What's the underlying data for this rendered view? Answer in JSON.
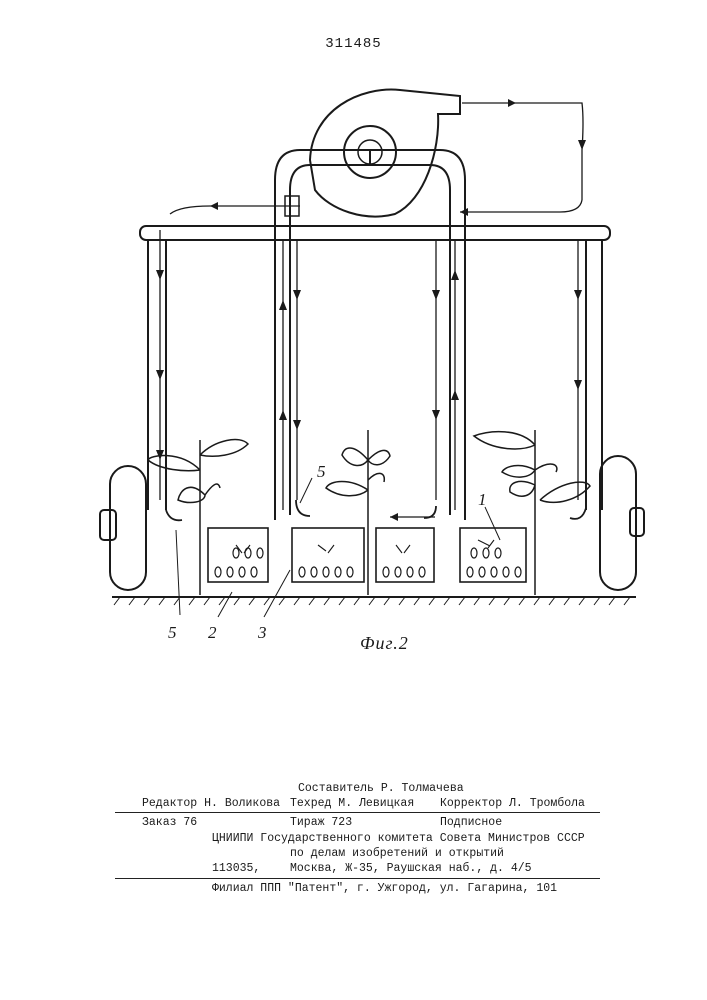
{
  "header": {
    "patent_number": "311485"
  },
  "figure": {
    "caption": "Фиг.2",
    "labels": {
      "l1": "1",
      "l2": "2",
      "l3": "3",
      "l5a": "5",
      "l5b": "5"
    }
  },
  "colophon": {
    "composer": "Составитель Р. Толмачева",
    "editor": "Редактор Н. Воликова",
    "techred": "Техред М. Левицкая",
    "corrector": "Корректор Л. Тромбола",
    "order": "Заказ 76",
    "circulation": "Тираж 723",
    "subscription": "Подписное",
    "institute": "ЦНИИПИ Государственного комитета Совета Министров СССР",
    "institute2": "по делам изобретений и открытий",
    "postcode": "113035,",
    "address": "Москва, Ж-35, Раушская наб., д. 4/5",
    "branch": "Филиал ППП \"Патент\", г. Ужгород, ул. Гагарина, 101"
  }
}
